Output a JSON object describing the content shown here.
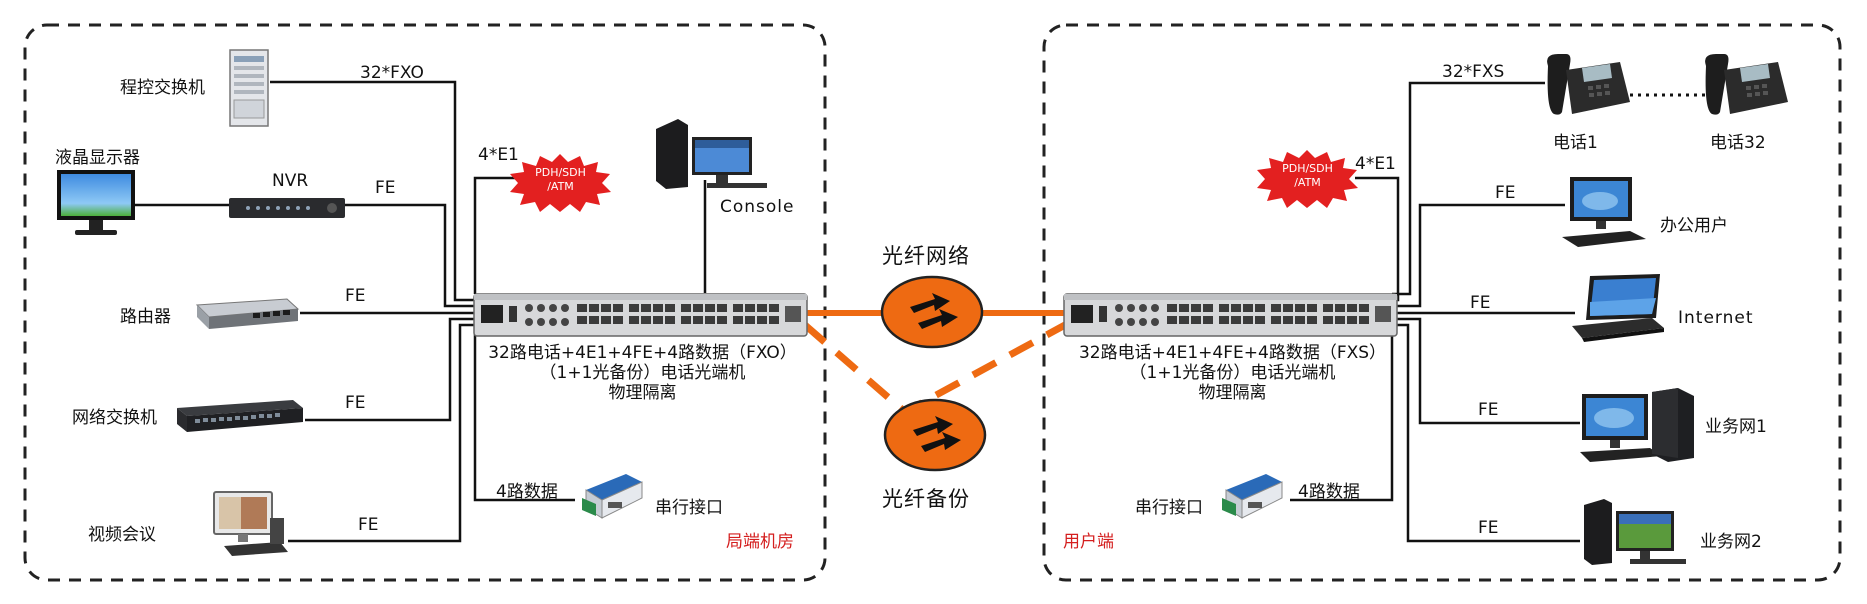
{
  "left": {
    "zone_label": "局端机房",
    "pbx_label": "程控交换机",
    "lcd_label": "液晶显示器",
    "nvr_label": "NVR",
    "router_label": "路由器",
    "switch_label": "网络交换机",
    "video_label": "视频会议",
    "fxo_link": "32*FXO",
    "e1_link": "4*E1",
    "fe_nvr": "FE",
    "fe_router": "FE",
    "fe_switch": "FE",
    "fe_video": "FE",
    "burst_text": [
      "PDH/SDH",
      "/ATM"
    ],
    "console_label": "Console",
    "data_link": "4路数据",
    "serial_label": "串行接口",
    "device_caption": [
      "32路电话+4E1+4FE+4路数据（FXO）",
      "（1+1光备份）电话光端机",
      "物理隔离"
    ]
  },
  "right": {
    "zone_label": "用户端",
    "fxs_link": "32*FXS",
    "phone1_label": "电话1",
    "phone32_label": "电话32",
    "e1_link": "4*E1",
    "burst_text": [
      "PDH/SDH",
      "/ATM"
    ],
    "fe_office": "FE",
    "office_label": "办公用户",
    "fe_internet": "FE",
    "internet_label": "Internet",
    "fe_biz1": "FE",
    "biz1_label": "业务网1",
    "fe_biz2": "FE",
    "biz2_label": "业务网2",
    "data_link": "4路数据",
    "serial_label": "串行接口",
    "device_caption": [
      "32路电话+4E1+4FE+4路数据（FXS）",
      "（1+1光备份）电话光端机",
      "物理隔离"
    ]
  },
  "center": {
    "fiber_main": "光纤网络",
    "fiber_backup": "光纤备份"
  },
  "colors": {
    "fiber": "#ee6a12",
    "zone_border": "#222222",
    "zone_label": "#d41e1e",
    "burst": "#e32020"
  }
}
